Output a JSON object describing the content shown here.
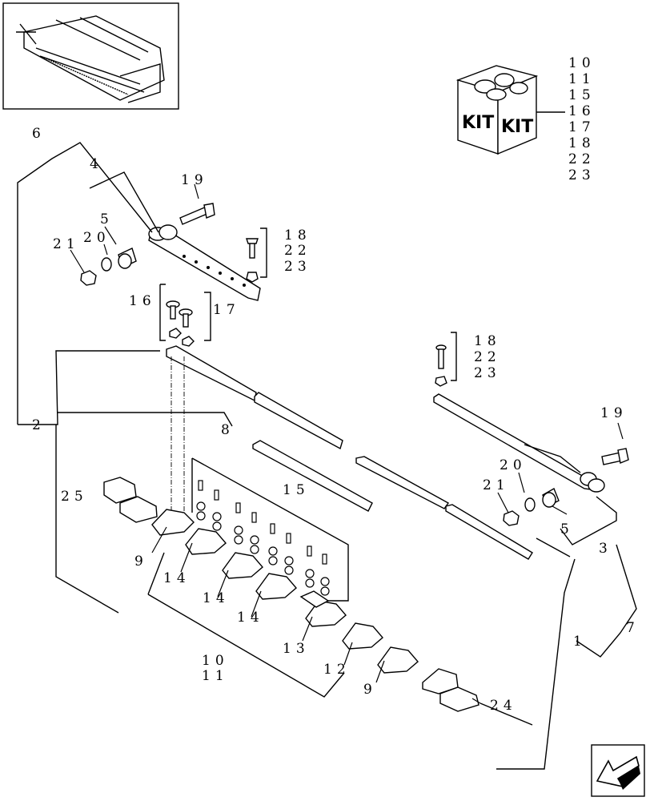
{
  "kit": {
    "box_labels": [
      "KIT",
      "KIT"
    ],
    "contents": [
      "10",
      "11",
      "15",
      "16",
      "17",
      "18",
      "22",
      "23"
    ]
  },
  "callouts": {
    "c6": "6",
    "c4": "4",
    "c19a": "19",
    "c5a": "5",
    "c21a": "21",
    "c20a": "20",
    "c18a": "18",
    "c22a": "22",
    "c23a": "23",
    "c16": "16",
    "c17": "17",
    "c18b": "18",
    "c22b": "22",
    "c23b": "23",
    "c19b": "19",
    "c2": "2",
    "c8": "8",
    "c25": "25",
    "c15": "15",
    "c20b": "20",
    "c21b": "21",
    "c5b": "5",
    "c3": "3",
    "c9a": "9",
    "c14a": "14",
    "c14b": "14",
    "c14c": "14",
    "c13": "13",
    "c10": "10",
    "c11": "11",
    "c12": "12",
    "c9b": "9",
    "c24": "24",
    "c1": "1",
    "c7": "7"
  },
  "icons": [
    "machine-thumbnail",
    "kit-box-icon",
    "navigation-arrow-icon"
  ]
}
